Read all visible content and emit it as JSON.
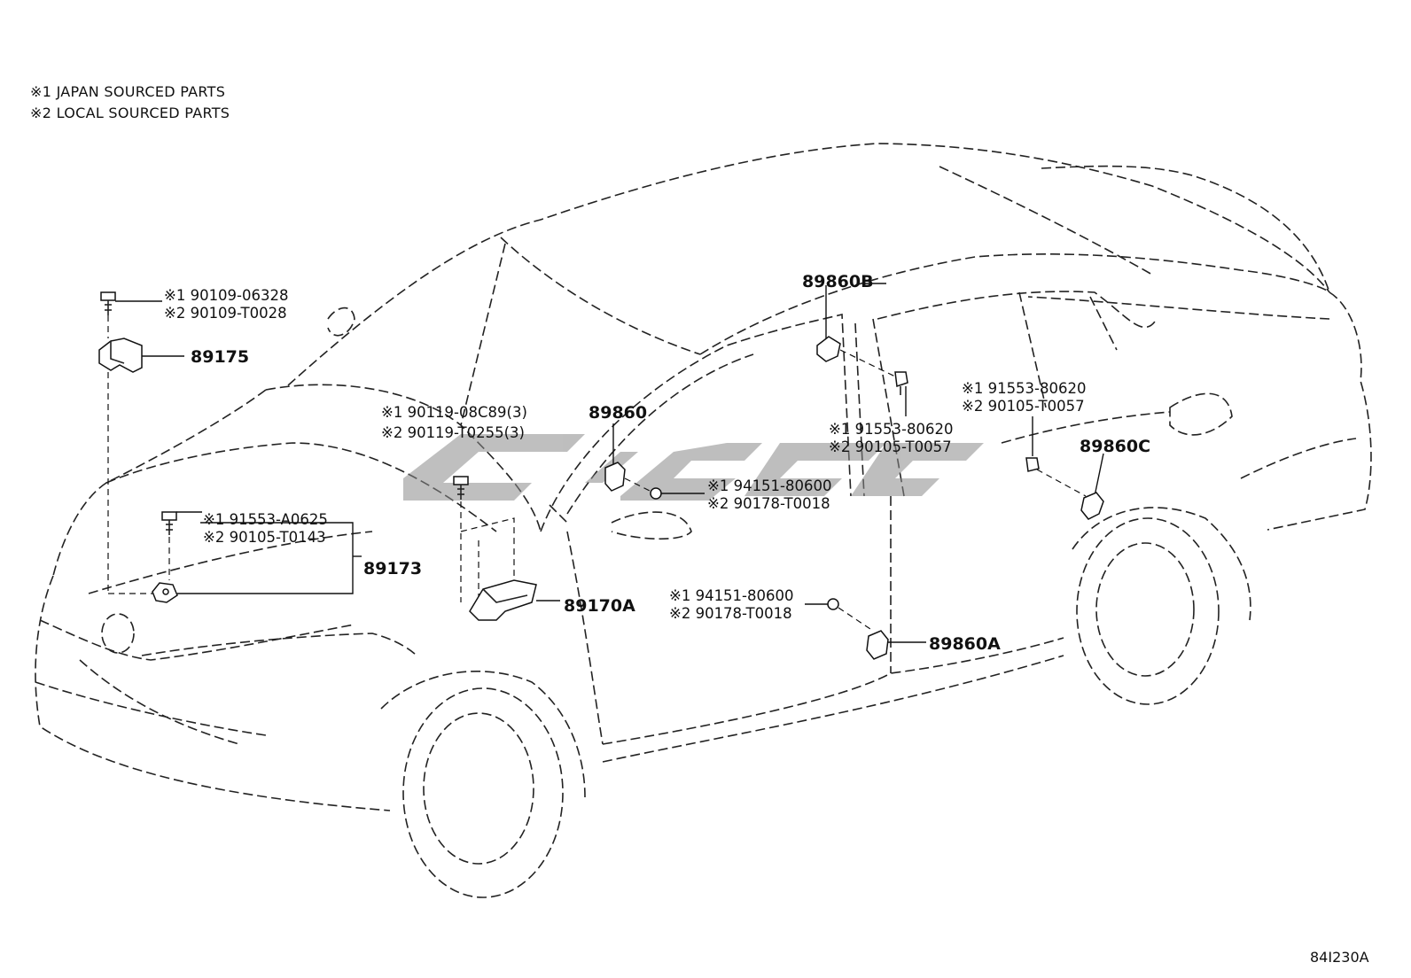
{
  "legend": [
    "※1 JAPAN SOURCED PARTS",
    "※2 LOCAL SOURCED PARTS"
  ],
  "diagram_id": "84I230A",
  "watermark": "CISC",
  "parts": {
    "p89175": "89175",
    "p89173": "89173",
    "p89170A": "89170A",
    "p89860": "89860",
    "p89860A": "89860A",
    "p89860B": "89860B",
    "p89860C": "89860C"
  },
  "fasteners": {
    "bolt_89175": [
      "※1 90109-06328",
      "※2 90109-T0028"
    ],
    "bolt_89170A": [
      "※1 90119-08C89(3)",
      "※2 90119-T0255(3)"
    ],
    "bolt_89173": [
      "※1 91553-A0625",
      "※2 90105-T0143"
    ],
    "nut_89860": [
      "※1 94151-80600",
      "※2 90178-T0018"
    ],
    "bolt_89860B": [
      "※1 91553-80620",
      "※2 90105-T0057"
    ],
    "bolt_89860C": [
      "※1 91553-80620",
      "※2 90105-T0057"
    ],
    "nut_89860A": [
      "※1 94151-80600",
      "※2 90178-T0018"
    ]
  }
}
